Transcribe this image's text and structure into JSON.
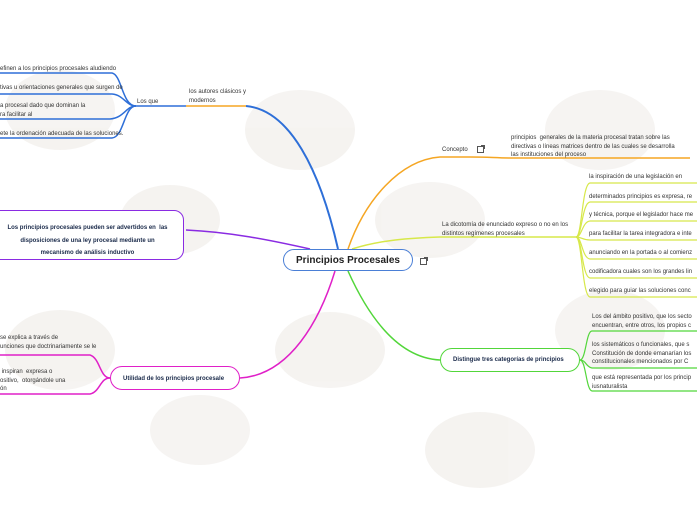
{
  "central": {
    "title": "Principios Procesales"
  },
  "left": {
    "los_que": "Los que",
    "autores": "los autores clásicos y\nmodernos",
    "clip1": "efinen a los principios procesales aludiendo",
    "clip2": "tivas u orientaciones generales que surgen de",
    "clip3": "a procesal dado que dominan la\nra facilitar al",
    "clip4": "ete la ordenación adecuada de las soluciones.",
    "box_text": "Los principios procesales pueden ser advertidos en  las\ndisposiciones de una ley procesal mediante un\nmecanismo de análisis inductivo",
    "utilidad": "Utilidad de los principios procesale",
    "util_clip1": "se explica a través de\nunciones que doctrinariamente se le",
    "util_clip2": " inspiran  expresa o\nositivo,  otorgándole una\nón"
  },
  "right": {
    "concepto": "Concepto",
    "concepto_text": "principios  generales de la materia procesal tratan sobre las\ndirectivas o líneas matrices dentro de las cuales se desarrolla\nlas instituciones del proceso",
    "dicotomia": "La dicotomía de enunciado expreso o no en los\ndistintos regímenes procesales",
    "dic_items": [
      "la inspiración de una legislación en",
      "determinados principios es expresa, re",
      "y técnica, porque el legislador hace me",
      "para facilitar la tarea integradora e inte",
      "anunciando en la portada o al comienz",
      "codificadora cuales son los grandes lin",
      "elegido para guiar las soluciones conc"
    ],
    "distingue": "Distingue tres categorías de principios",
    "dist_items": [
      "Los del ámbito positivo, que los secto\nencuentran, entre otros, los propios c",
      "los sistemáticos o funcionales, que s\nConstitución de donde emanarían los\nconstitucionales mencionados por C",
      "que está representada por los princip\niusnaturalista"
    ]
  },
  "colors": {
    "blue": "#2e6fd8",
    "orange": "#f5a623",
    "yellow_green": "#d7e84a",
    "green": "#52d63a",
    "purple": "#8a2be2",
    "magenta": "#e020c8"
  }
}
